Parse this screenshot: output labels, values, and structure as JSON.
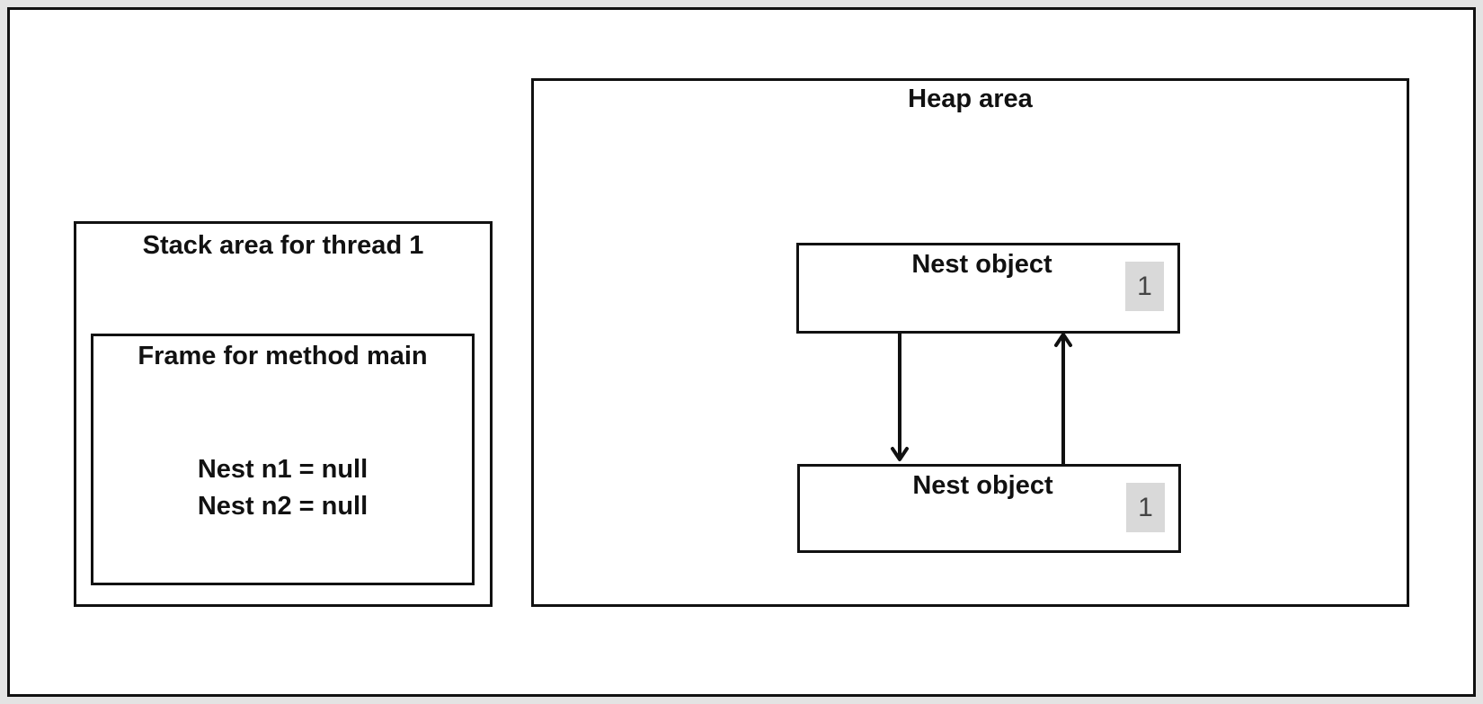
{
  "stack": {
    "title": "Stack area for thread 1",
    "frame": {
      "title": "Frame for method main",
      "variables": [
        "Nest n1 = null",
        "Nest n2 = null"
      ]
    }
  },
  "heap": {
    "title": "Heap area",
    "objects": [
      {
        "label": "Nest object",
        "ref_count": "1"
      },
      {
        "label": "Nest object",
        "ref_count": "1"
      }
    ]
  }
}
